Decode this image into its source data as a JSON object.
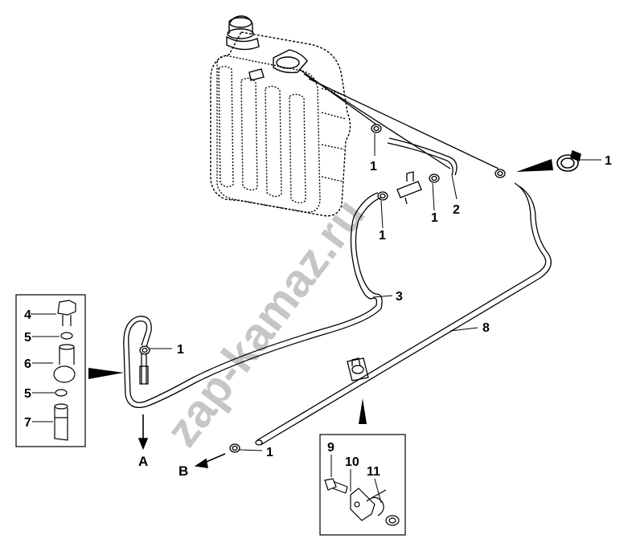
{
  "watermark": "zap-kamaz.ru",
  "corner_mark": "",
  "callouts": {
    "c1_top": "1",
    "c1_right": "1",
    "c1_mid_a": "1",
    "c1_mid_b": "1",
    "c1_left": "1",
    "c1_bottom": "1",
    "c2": "2",
    "c3": "3",
    "c8": "8"
  },
  "inset_left": {
    "items": [
      "4",
      "5",
      "6",
      "5",
      "7"
    ]
  },
  "inset_bottom": {
    "items": [
      "9",
      "10",
      "11"
    ]
  },
  "direction_labels": {
    "a": "A",
    "b": "B"
  },
  "colors": {
    "line": "#000000",
    "background": "#ffffff"
  }
}
